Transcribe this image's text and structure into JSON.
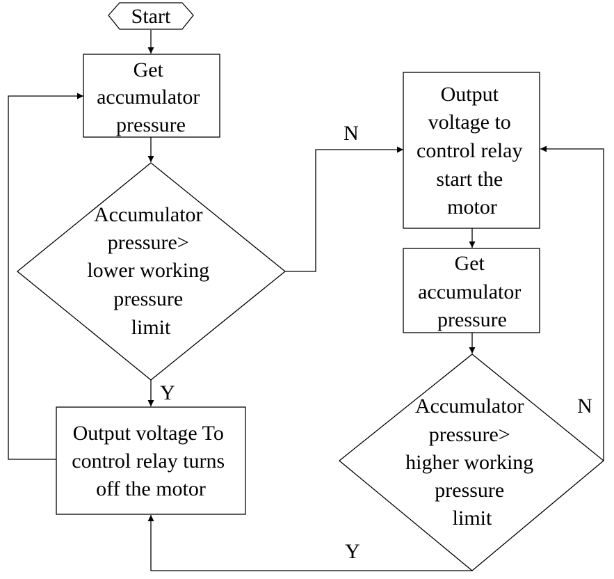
{
  "flowchart": {
    "start": {
      "label": "Start"
    },
    "get_pressure_1": {
      "lines": [
        "Get",
        "accumulator",
        "pressure"
      ]
    },
    "decision_lower": {
      "lines": [
        "Accumulator",
        "pressure>",
        "lower working",
        "pressure",
        "limit"
      ]
    },
    "output_off": {
      "lines": [
        "Output voltage To",
        "control relay turns",
        "off the motor"
      ]
    },
    "output_start": {
      "lines": [
        "Output",
        "voltage to",
        "control relay",
        "start the",
        "motor"
      ]
    },
    "get_pressure_2": {
      "lines": [
        "Get",
        "accumulator",
        "pressure"
      ]
    },
    "decision_higher": {
      "lines": [
        "Accumulator",
        "pressure>",
        "higher working",
        "pressure",
        "limit"
      ]
    },
    "edge_labels": {
      "lower_no": "N",
      "lower_yes": "Y",
      "higher_no": "N",
      "higher_yes": "Y"
    }
  }
}
